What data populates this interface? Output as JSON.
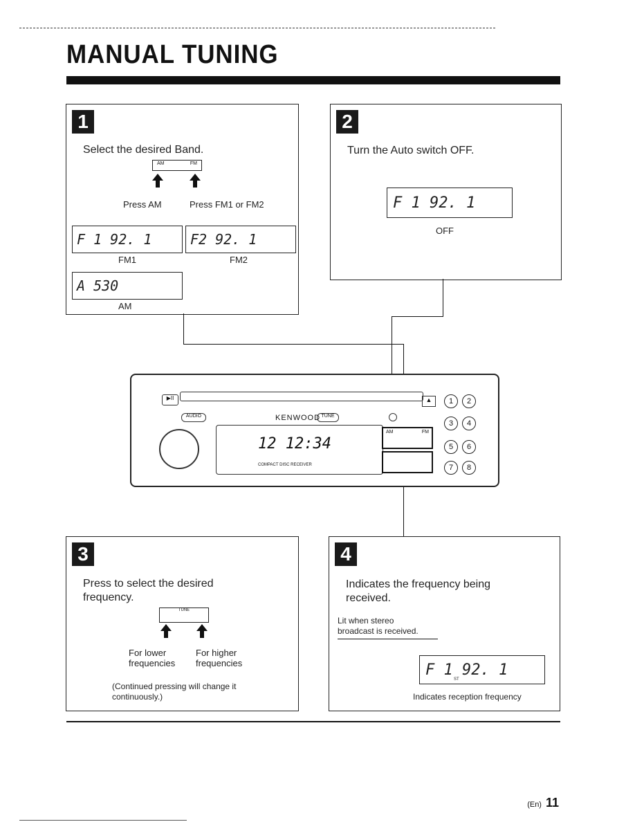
{
  "title": "MANUAL TUNING",
  "step1": {
    "number": "1",
    "text": "Select the desired Band.",
    "key_left": "AM",
    "key_right": "FM",
    "press_am": "Press AM",
    "press_fm": "Press FM1 or FM2",
    "lcd_fm1": "F 1  92. 1",
    "lcd_fm2": "F2  92. 1",
    "lcd_am": "A   530",
    "label_fm1": "FM1",
    "label_fm2": "FM2",
    "label_am": "AM"
  },
  "step2": {
    "number": "2",
    "text": "Turn the Auto switch OFF.",
    "lcd": "F 1   92. 1",
    "label": "OFF"
  },
  "step3": {
    "number": "3",
    "text_line1": "Press to select the desired",
    "text_line2": "frequency.",
    "key_label": "TUNE",
    "lower_line1": "For lower",
    "lower_line2": "frequencies",
    "higher_line1": "For higher",
    "higher_line2": "frequencies",
    "note_line1": "(Continued pressing will change it",
    "note_line2": "continuously.)"
  },
  "step4": {
    "number": "4",
    "text_line1": "Indicates the frequency being",
    "text_line2": "received.",
    "stereo_line1": "Lit when stereo",
    "stereo_line2": "broadcast is received.",
    "lcd": "F 1  92. 1",
    "st_label": "ST",
    "caption": "Indicates reception frequency"
  },
  "unit": {
    "brand": "KENWOOD",
    "display": "12  12:34",
    "audio": "AUDIO",
    "tune": "TUNE",
    "am": "AM",
    "fm": "FM",
    "footer": "COMPACT DISC RECEIVER",
    "buttons": [
      "1",
      "2",
      "3",
      "4",
      "5",
      "6",
      "7",
      "8"
    ]
  },
  "page": {
    "lang": "(En)",
    "number": "11"
  }
}
